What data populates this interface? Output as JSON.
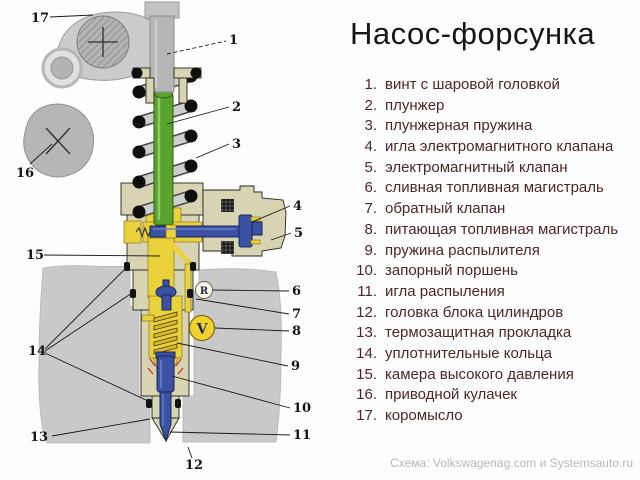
{
  "title": "Насос-форсунка",
  "parts": [
    {
      "n": "1.",
      "label": "винт с шаровой головкой"
    },
    {
      "n": "2.",
      "label": "плунжер"
    },
    {
      "n": "3.",
      "label": "плунжерная пружина"
    },
    {
      "n": "4.",
      "label": "игла электромагнитного клапана"
    },
    {
      "n": "5.",
      "label": "электромагнитный клапан"
    },
    {
      "n": "6.",
      "label": "сливная топливная магистраль"
    },
    {
      "n": "7.",
      "label": "обратный клапан"
    },
    {
      "n": "8.",
      "label": "питающая топливная магистраль"
    },
    {
      "n": "9.",
      "label": "пружина распылителя"
    },
    {
      "n": "10.",
      "label": "запорный поршень"
    },
    {
      "n": "11.",
      "label": "игла распыления"
    },
    {
      "n": "12.",
      "label": "головка блока цилиндров"
    },
    {
      "n": "13.",
      "label": "термозащитная прокладка"
    },
    {
      "n": "14.",
      "label": "уплотнительные кольца"
    },
    {
      "n": "15.",
      "label": "камера высокого давления"
    },
    {
      "n": "16.",
      "label": "приводной кулачек"
    },
    {
      "n": "17.",
      "label": "коромысло"
    }
  ],
  "credit": "Схема: Volkswagenag.com и Systemsauto.ru",
  "diagram": {
    "callouts": [
      "1",
      "2",
      "3",
      "4",
      "5",
      "6",
      "7",
      "8",
      "9",
      "10",
      "11",
      "12",
      "13",
      "14",
      "15",
      "16",
      "17"
    ],
    "symbols": {
      "return_line": "R",
      "supply_line": "V"
    },
    "colors": {
      "injector_body": "#d8d4b3",
      "fuel_gallery": "#e9d23c",
      "plunger": "#5ba32f",
      "valve_parts": "#3b51a3",
      "cylinder_head": "#c9c9c9",
      "seal_rings": "#121212",
      "list_text": "#4e2629",
      "credit_text": "#b9b9b9"
    }
  }
}
